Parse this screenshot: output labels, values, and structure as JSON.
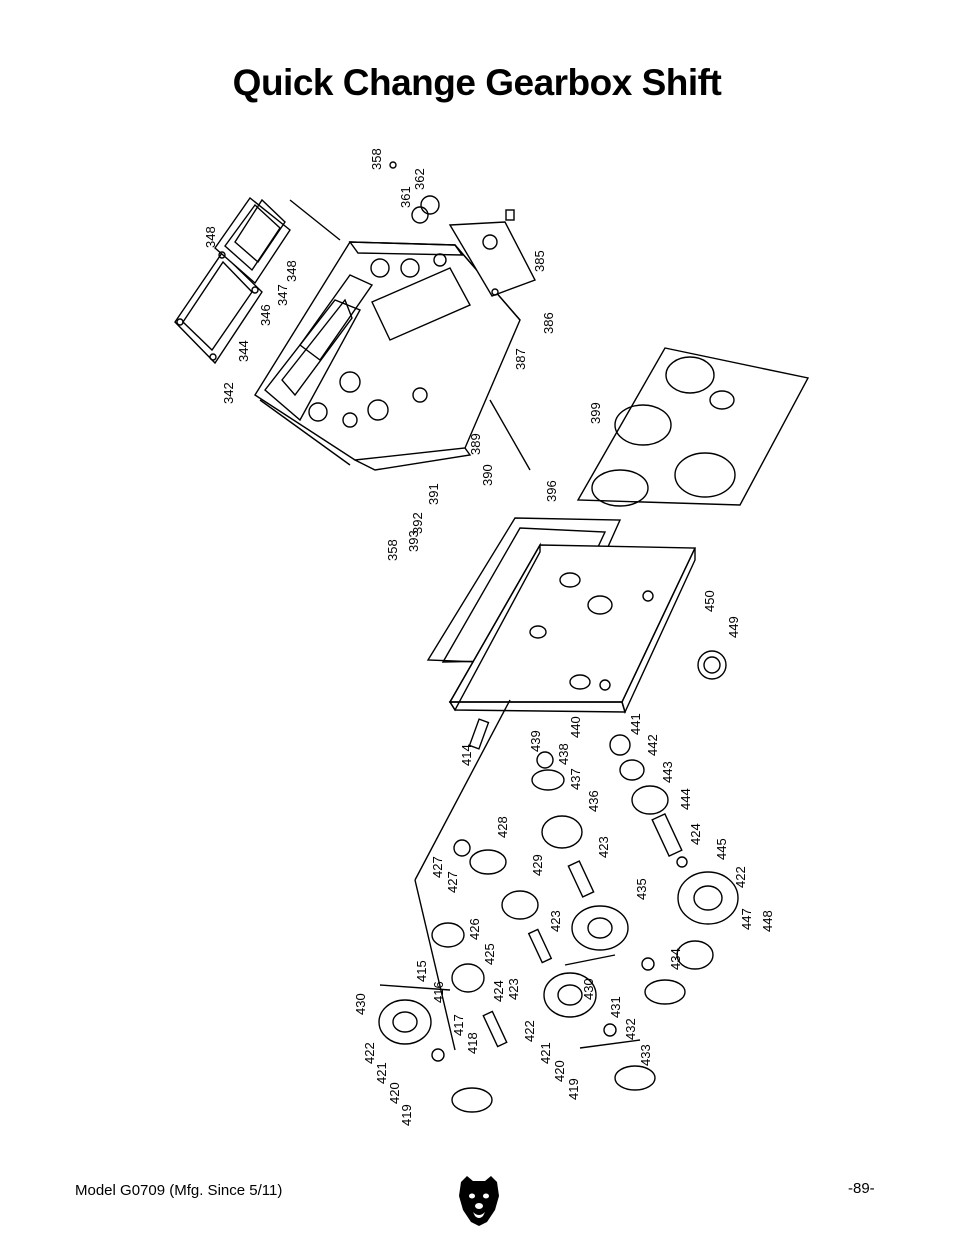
{
  "page": {
    "title": "Quick Change Gearbox Shift",
    "footer_model": "Model G0709 (Mfg. Since 5/11)",
    "page_number": "-89-",
    "logo_icon": "grizzly-bear-head-icon"
  },
  "part_labels": [
    "358",
    "361",
    "362",
    "348",
    "348",
    "347",
    "346",
    "344",
    "342",
    "385",
    "386",
    "387",
    "399",
    "389",
    "390",
    "391",
    "392",
    "393",
    "358",
    "396",
    "450",
    "449",
    "414",
    "439",
    "440",
    "441",
    "442",
    "438",
    "437",
    "436",
    "443",
    "444",
    "428",
    "427",
    "427",
    "429",
    "423",
    "424",
    "445",
    "422",
    "435",
    "426",
    "425",
    "423",
    "447",
    "448",
    "415",
    "416",
    "424",
    "423",
    "434",
    "417",
    "418",
    "430",
    "431",
    "432",
    "433",
    "422",
    "421",
    "420",
    "419",
    "430",
    "422",
    "421",
    "420",
    "419"
  ]
}
